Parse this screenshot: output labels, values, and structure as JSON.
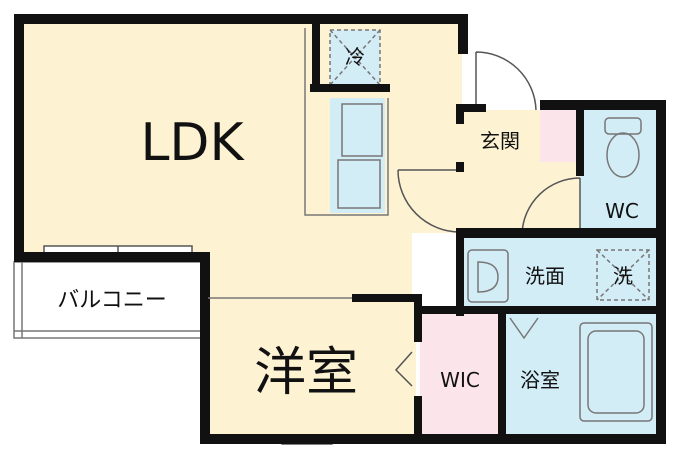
{
  "rooms": {
    "ldk": "LDK",
    "youshitsu": "洋室",
    "balcony": "バルコニー",
    "wic": "WIC",
    "genkan": "玄関",
    "wc": "WC",
    "senmen": "洗面",
    "yokushitsu": "浴室"
  },
  "fixtures": {
    "fridge": "冷",
    "washer": "洗"
  },
  "colors": {
    "living": "#fdf2d2",
    "wet": "#d3edf7",
    "storage": "#fbe4ea",
    "wall": "#111111",
    "balcony": "#ffffff"
  }
}
